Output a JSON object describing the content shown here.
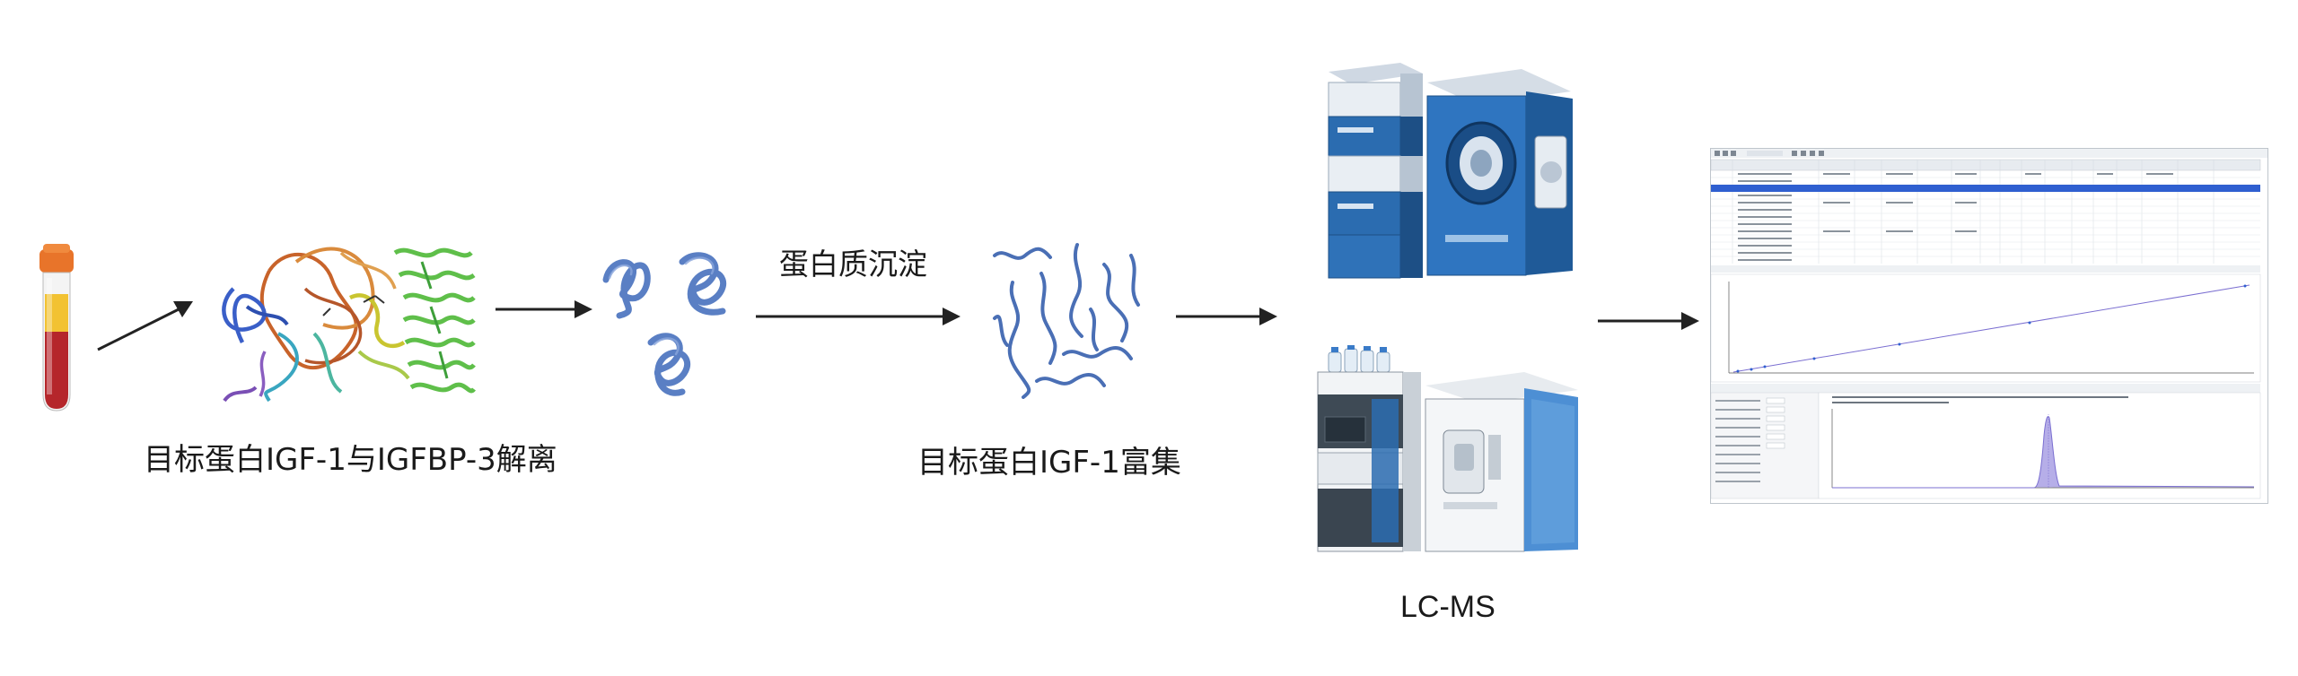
{
  "labels": {
    "step1": "目标蛋白IGF-1与IGFBP-3解离",
    "step2_arrow": "蛋白质沉淀",
    "step3": "目标蛋白IGF-1富集",
    "instrument": "LC-MS"
  },
  "colors": {
    "arrow": "#222222",
    "protein_blue": "#5a7fc4",
    "tube_red": "#b5262b",
    "tube_cap": "#e8742a",
    "tube_serum": "#f2c232",
    "instrument_blue": "#2b6cb0",
    "software_selection": "#2f5fd0",
    "chromatogram_peak": "#7b6fd1"
  }
}
